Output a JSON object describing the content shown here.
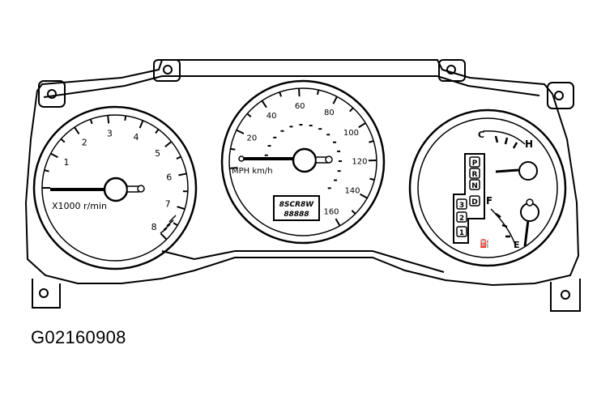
{
  "figure_id": "G02160908",
  "tachometer": {
    "labels": [
      "1",
      "2",
      "3",
      "4",
      "5",
      "6",
      "7",
      "8"
    ],
    "unit": "X1000 r/min"
  },
  "speedometer": {
    "mph_labels": [
      "20",
      "40",
      "60",
      "80",
      "100",
      "120",
      "140",
      "160"
    ],
    "unit": "MPH  km/h",
    "odometer_line1": "8SCR8W",
    "odometer_line2": "88888"
  },
  "temp_gauge": {
    "low": "C",
    "high": "H"
  },
  "fuel_gauge": {
    "full": "F",
    "empty": "E"
  },
  "prndl": {
    "letters": [
      "P",
      "R",
      "N",
      "D",
      "3",
      "2",
      "1"
    ]
  }
}
